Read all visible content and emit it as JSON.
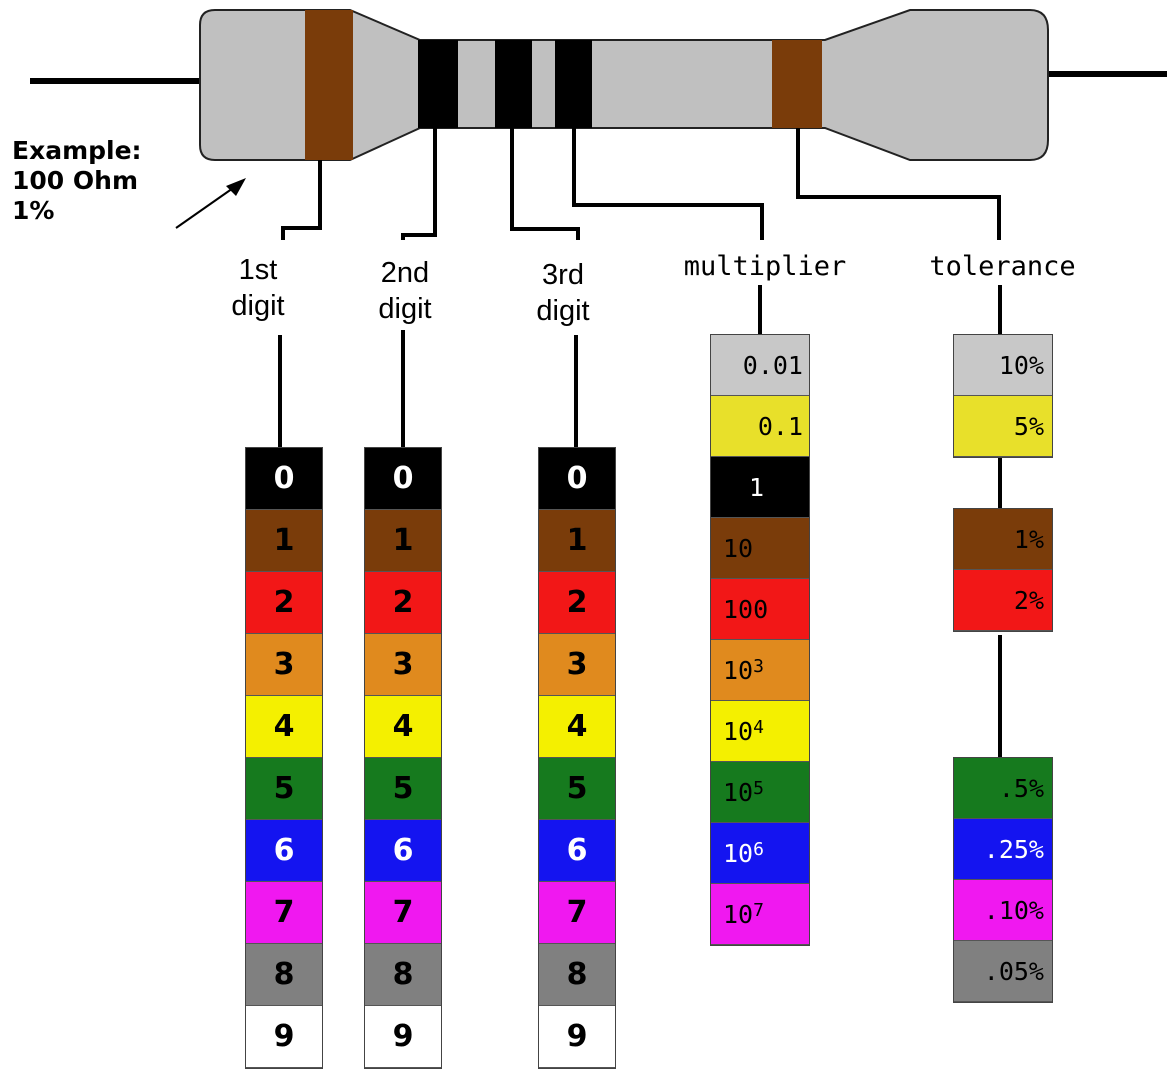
{
  "example": [
    "Example:",
    "100 Ohm",
    "1%"
  ],
  "labels": {
    "first": [
      "1st",
      "digit"
    ],
    "second": [
      "2nd",
      "digit"
    ],
    "third": [
      "3rd",
      "digit"
    ],
    "multiplier": "multiplier",
    "tolerance": "tolerance"
  },
  "colors": {
    "black": "#000000",
    "brown": "#7a3c0a",
    "red": "#f21717",
    "orange": "#e08a1e",
    "yellow": "#f4f000",
    "green": "#167a1e",
    "blue": "#1414f0",
    "violet": "#f018f0",
    "grey": "#808080",
    "white": "#ffffff",
    "gold": "#e8e02a",
    "silver": "#c8c8c8",
    "resistor_body": "#c0c0c0"
  },
  "digit_bands": [
    {
      "digit": "0",
      "color": "black",
      "text_color": "#ffffff"
    },
    {
      "digit": "1",
      "color": "brown",
      "text_color": "#000000"
    },
    {
      "digit": "2",
      "color": "red",
      "text_color": "#000000"
    },
    {
      "digit": "3",
      "color": "orange",
      "text_color": "#000000"
    },
    {
      "digit": "4",
      "color": "yellow",
      "text_color": "#000000"
    },
    {
      "digit": "5",
      "color": "green",
      "text_color": "#000000"
    },
    {
      "digit": "6",
      "color": "blue",
      "text_color": "#ffffff"
    },
    {
      "digit": "7",
      "color": "violet",
      "text_color": "#000000"
    },
    {
      "digit": "8",
      "color": "grey",
      "text_color": "#000000"
    },
    {
      "digit": "9",
      "color": "white",
      "text_color": "#000000"
    }
  ],
  "multiplier_bands": [
    {
      "base": "0.01",
      "exp": "",
      "color": "silver",
      "text_color": "#000000"
    },
    {
      "base": "0.1",
      "exp": "",
      "color": "gold",
      "text_color": "#000000"
    },
    {
      "base": "1",
      "exp": "",
      "color": "black",
      "text_color": "#ffffff"
    },
    {
      "base": "10",
      "exp": "",
      "color": "brown",
      "text_color": "#000000"
    },
    {
      "base": "100",
      "exp": "",
      "color": "red",
      "text_color": "#000000"
    },
    {
      "base": "10",
      "exp": "3",
      "color": "orange",
      "text_color": "#000000"
    },
    {
      "base": "10",
      "exp": "4",
      "color": "yellow",
      "text_color": "#000000"
    },
    {
      "base": "10",
      "exp": "5",
      "color": "green",
      "text_color": "#000000"
    },
    {
      "base": "10",
      "exp": "6",
      "color": "blue",
      "text_color": "#ffffff"
    },
    {
      "base": "10",
      "exp": "7",
      "color": "violet",
      "text_color": "#000000"
    }
  ],
  "tolerance_bands": [
    {
      "value": "10%",
      "color": "silver",
      "text_color": "#000000"
    },
    {
      "value": "5%",
      "color": "gold",
      "text_color": "#000000"
    },
    {
      "value": "1%",
      "color": "brown",
      "text_color": "#000000"
    },
    {
      "value": "2%",
      "color": "red",
      "text_color": "#000000"
    },
    {
      "value": ".5%",
      "color": "green",
      "text_color": "#000000"
    },
    {
      "value": ".25%",
      "color": "blue",
      "text_color": "#ffffff"
    },
    {
      "value": ".10%",
      "color": "violet",
      "text_color": "#000000"
    },
    {
      "value": ".05%",
      "color": "grey",
      "text_color": "#000000"
    }
  ],
  "resistor_bands": [
    "brown",
    "black",
    "black",
    "black",
    "brown"
  ]
}
